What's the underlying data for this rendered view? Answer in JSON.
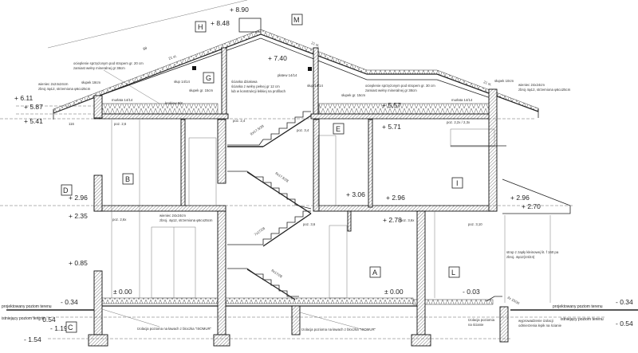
{
  "levels": {
    "ridge": "+ 8.90",
    "ridge_inner": "+ 8.48",
    "attic_ceiling": "+ 7.40",
    "eave_top": "+ 6.11",
    "eave_mid": "+ 5.87",
    "eave_low": "+ 5.41",
    "attic_floor": "+ 5.57",
    "attic_floor_under": "+ 5.71",
    "floor1_left": "+ 2.96",
    "window_left": "+ 2.35",
    "sill_left": "+ 0.85",
    "landing": "+ 3.06",
    "floor1_mid": "+ 2.96",
    "floor1_under": "+ 2.78",
    "floor1_right": "+ 2.96",
    "canopy": "+ 2.70",
    "ground_left": "± 0.00",
    "ground_mid": "± 0.00",
    "ground_right": "- 0.03",
    "terrain_left": "- 0.34",
    "existing_left": "- 0.54",
    "foot_left": "- 1.19",
    "foot_base_left": "- 1.54",
    "terrain_right": "- 0.34",
    "existing_right": "- 0.54"
  },
  "markers": [
    "H",
    "M",
    "G",
    "E",
    "B",
    "D",
    "I",
    "A",
    "L",
    "C"
  ],
  "terrain": {
    "projected": "projektowany poziom terenu",
    "existing": "istniejący poziom terenu"
  },
  "notes": {
    "roof_insulation_1": "ocieplenie sprzężonym pod stropem gr. 20 cm",
    "roof_insulation_2": "zamiast wełny mineralnej gr 38cm",
    "rim_left_1": "wieniec 2x24x24cm",
    "rim_left_2": "zbroj 4φ12, strzemiona φ6co25cm",
    "pillar_left": "słupek 18cm",
    "murlata_left": "murłata 14/14",
    "rafter_left": "krokiew 8/8",
    "post": "słup 14/14",
    "post2": "słupek gr. 15cm",
    "attic_wall_1": "ścianka działowa",
    "attic_wall_2": "ścianka z wełny pełnej gr 12 cm",
    "attic_wall_3": "lub w konstrukcji lekkiej na profilach",
    "purlin": "płatew 14/14",
    "post_right": "słup 14/14",
    "right_ins_1": "ocieplenie sprzężonym pod stropem gr. 30 cm",
    "right_ins_2": "zamiast wełny mineralnej gr 38cm",
    "right_pillar": "słupek gr. 15cm",
    "murlata_right": "murłata 14/14",
    "rim_right_1": "wieniec 24x24cm",
    "rim_right_2": "zbroj 4φ12, strzemiona φ6co25cm",
    "rim_right_pillar": "słupek 10cm",
    "stair1": "9X17,5/28",
    "stair2": "6x17,5/28",
    "stair3": "7x17/28",
    "stair4": "6x17/28",
    "stair_out": "2x 15/30",
    "ceiling_l": "poz. 2,6",
    "ceiling_m": "poz. 2,4",
    "ceiling_s": "poz. 3,4",
    "ceiling_r": "poz. 2,2x / 2,3x",
    "lintel_1": "poz. 2,6x",
    "lintel_2": "poz. 3,6",
    "lintel_3": "poz. 3,6x",
    "lintel_4": "poz. 3,10",
    "lintel_5": "wieniec 24x24cm",
    "lintel_6": "zbroj. 4φ12, strzemiona φ6co25cm",
    "canopy_1": "strop z zapły kleinowej lit. f 160 pa",
    "canopy_2": "zbroj. 4φ12(24/24)",
    "iso_left": "Izolacja pozioma na ławach z bloczka \"ISOMUR\"",
    "iso_right": "Izolacja pozioma na ławach z bloczka \"ISOMUR\"",
    "drain_1": "Izolacja poziomia",
    "drain_2": "na ścianie",
    "drain_3": "wyprowadzenie izolacji",
    "drain_4": "odmierzenia lepik na ścianie",
    "dim_88": "88",
    "dim_21a": "21 st.",
    "dim_21b": "21 st.",
    "dim_21c": "21 st.",
    "dim_116": "116"
  }
}
